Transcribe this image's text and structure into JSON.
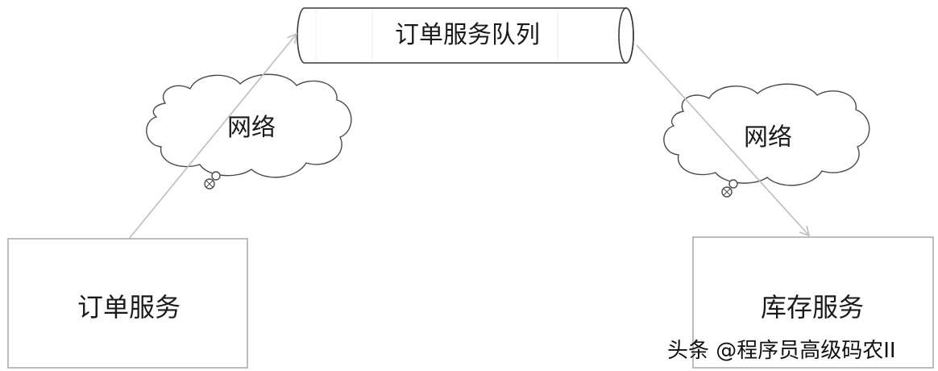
{
  "diagram": {
    "queue_label": "订单服务队列",
    "network_label_left": "网络",
    "network_label_right": "网络",
    "order_service_label": "订单服务",
    "inventory_service_label": "库存服务"
  },
  "watermark": {
    "text": "头条 @程序员高级码农II"
  },
  "colors": {
    "box_stroke": "#b5b5b5",
    "cylinder_stroke": "#3a3a3a",
    "cloud_stroke": "#4a4a4a",
    "arrow": "#bdbdbd",
    "text": "#1a1a1a"
  }
}
